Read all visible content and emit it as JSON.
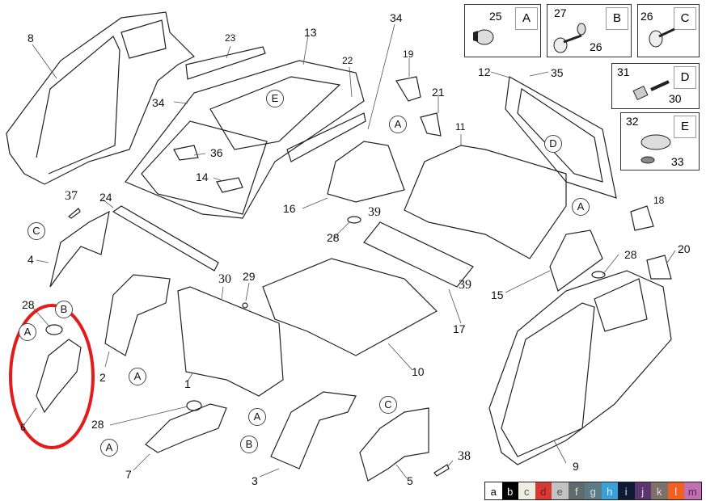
{
  "diagram": {
    "title": "Body panels exploded view",
    "part_labels": [
      {
        "id": "p8",
        "text": "8"
      },
      {
        "id": "p23",
        "text": "23"
      },
      {
        "id": "p13",
        "text": "13"
      },
      {
        "id": "p34a",
        "text": "34"
      },
      {
        "id": "p22",
        "text": "22"
      },
      {
        "id": "p19",
        "text": "19"
      },
      {
        "id": "p34b",
        "text": "34"
      },
      {
        "id": "p36",
        "text": "36"
      },
      {
        "id": "p14",
        "text": "14"
      },
      {
        "id": "p21",
        "text": "21"
      },
      {
        "id": "p11",
        "text": "11"
      },
      {
        "id": "p12",
        "text": "12"
      },
      {
        "id": "p35",
        "text": "35"
      },
      {
        "id": "p37",
        "text": "37"
      },
      {
        "id": "p24",
        "text": "24"
      },
      {
        "id": "p16",
        "text": "16"
      },
      {
        "id": "p39a",
        "text": "39"
      },
      {
        "id": "p28a",
        "text": "28"
      },
      {
        "id": "p18",
        "text": "18"
      },
      {
        "id": "p4",
        "text": "4"
      },
      {
        "id": "p28b",
        "text": "28"
      },
      {
        "id": "p15",
        "text": "15"
      },
      {
        "id": "p20",
        "text": "20"
      },
      {
        "id": "p39b",
        "text": "39"
      },
      {
        "id": "p30",
        "text": "30"
      },
      {
        "id": "p29",
        "text": "29"
      },
      {
        "id": "p28c",
        "text": "28"
      },
      {
        "id": "p17",
        "text": "17"
      },
      {
        "id": "p2",
        "text": "2"
      },
      {
        "id": "p1",
        "text": "1"
      },
      {
        "id": "p10",
        "text": "10"
      },
      {
        "id": "p28d",
        "text": "28"
      },
      {
        "id": "p7",
        "text": "7"
      },
      {
        "id": "p3",
        "text": "3"
      },
      {
        "id": "p5",
        "text": "5"
      },
      {
        "id": "p38",
        "text": "38"
      },
      {
        "id": "p9",
        "text": "9"
      },
      {
        "id": "p6",
        "text": "6"
      }
    ],
    "fastener_callouts": [
      {
        "id": "cE",
        "text": "E"
      },
      {
        "id": "cA1",
        "text": "A"
      },
      {
        "id": "cD",
        "text": "D"
      },
      {
        "id": "cC1",
        "text": "C"
      },
      {
        "id": "cA2",
        "text": "A"
      },
      {
        "id": "cB1",
        "text": "B"
      },
      {
        "id": "cA3",
        "text": "A"
      },
      {
        "id": "cA4",
        "text": "A"
      },
      {
        "id": "cA5",
        "text": "A"
      },
      {
        "id": "cA6",
        "text": "A"
      },
      {
        "id": "cB2",
        "text": "B"
      },
      {
        "id": "cC2",
        "text": "C"
      }
    ],
    "insets": [
      {
        "letter": "A",
        "parts": [
          "25"
        ]
      },
      {
        "letter": "B",
        "parts": [
          "27",
          "26"
        ]
      },
      {
        "letter": "C",
        "parts": [
          "26"
        ]
      },
      {
        "letter": "D",
        "parts": [
          "31",
          "30"
        ]
      },
      {
        "letter": "E",
        "parts": [
          "32",
          "33"
        ]
      }
    ],
    "highlight": {
      "color": "#e31b1b",
      "target": "part 6"
    }
  },
  "color_legend": [
    {
      "key": "a",
      "color": "#ffffff",
      "text": "#000000"
    },
    {
      "key": "b",
      "color": "#000000",
      "text": "#ffffff"
    },
    {
      "key": "c",
      "color": "#eeeee2",
      "text": "#555555"
    },
    {
      "key": "d",
      "color": "#d63a35",
      "text": "#8a1010"
    },
    {
      "key": "e",
      "color": "#c2c2c2",
      "text": "#555555"
    },
    {
      "key": "f",
      "color": "#5f6b6d",
      "text": "#dddddd"
    },
    {
      "key": "g",
      "color": "#5b7b86",
      "text": "#dddddd"
    },
    {
      "key": "h",
      "color": "#3aa0d8",
      "text": "#e8f4ff"
    },
    {
      "key": "i",
      "color": "#0f1a35",
      "text": "#dddddd"
    },
    {
      "key": "j",
      "color": "#5a3570",
      "text": "#dddddd"
    },
    {
      "key": "k",
      "color": "#7d7068",
      "text": "#dddddd"
    },
    {
      "key": "l",
      "color": "#f06020",
      "text": "#ffffff"
    },
    {
      "key": "m",
      "color": "#c070b0",
      "text": "#5a2050"
    }
  ]
}
